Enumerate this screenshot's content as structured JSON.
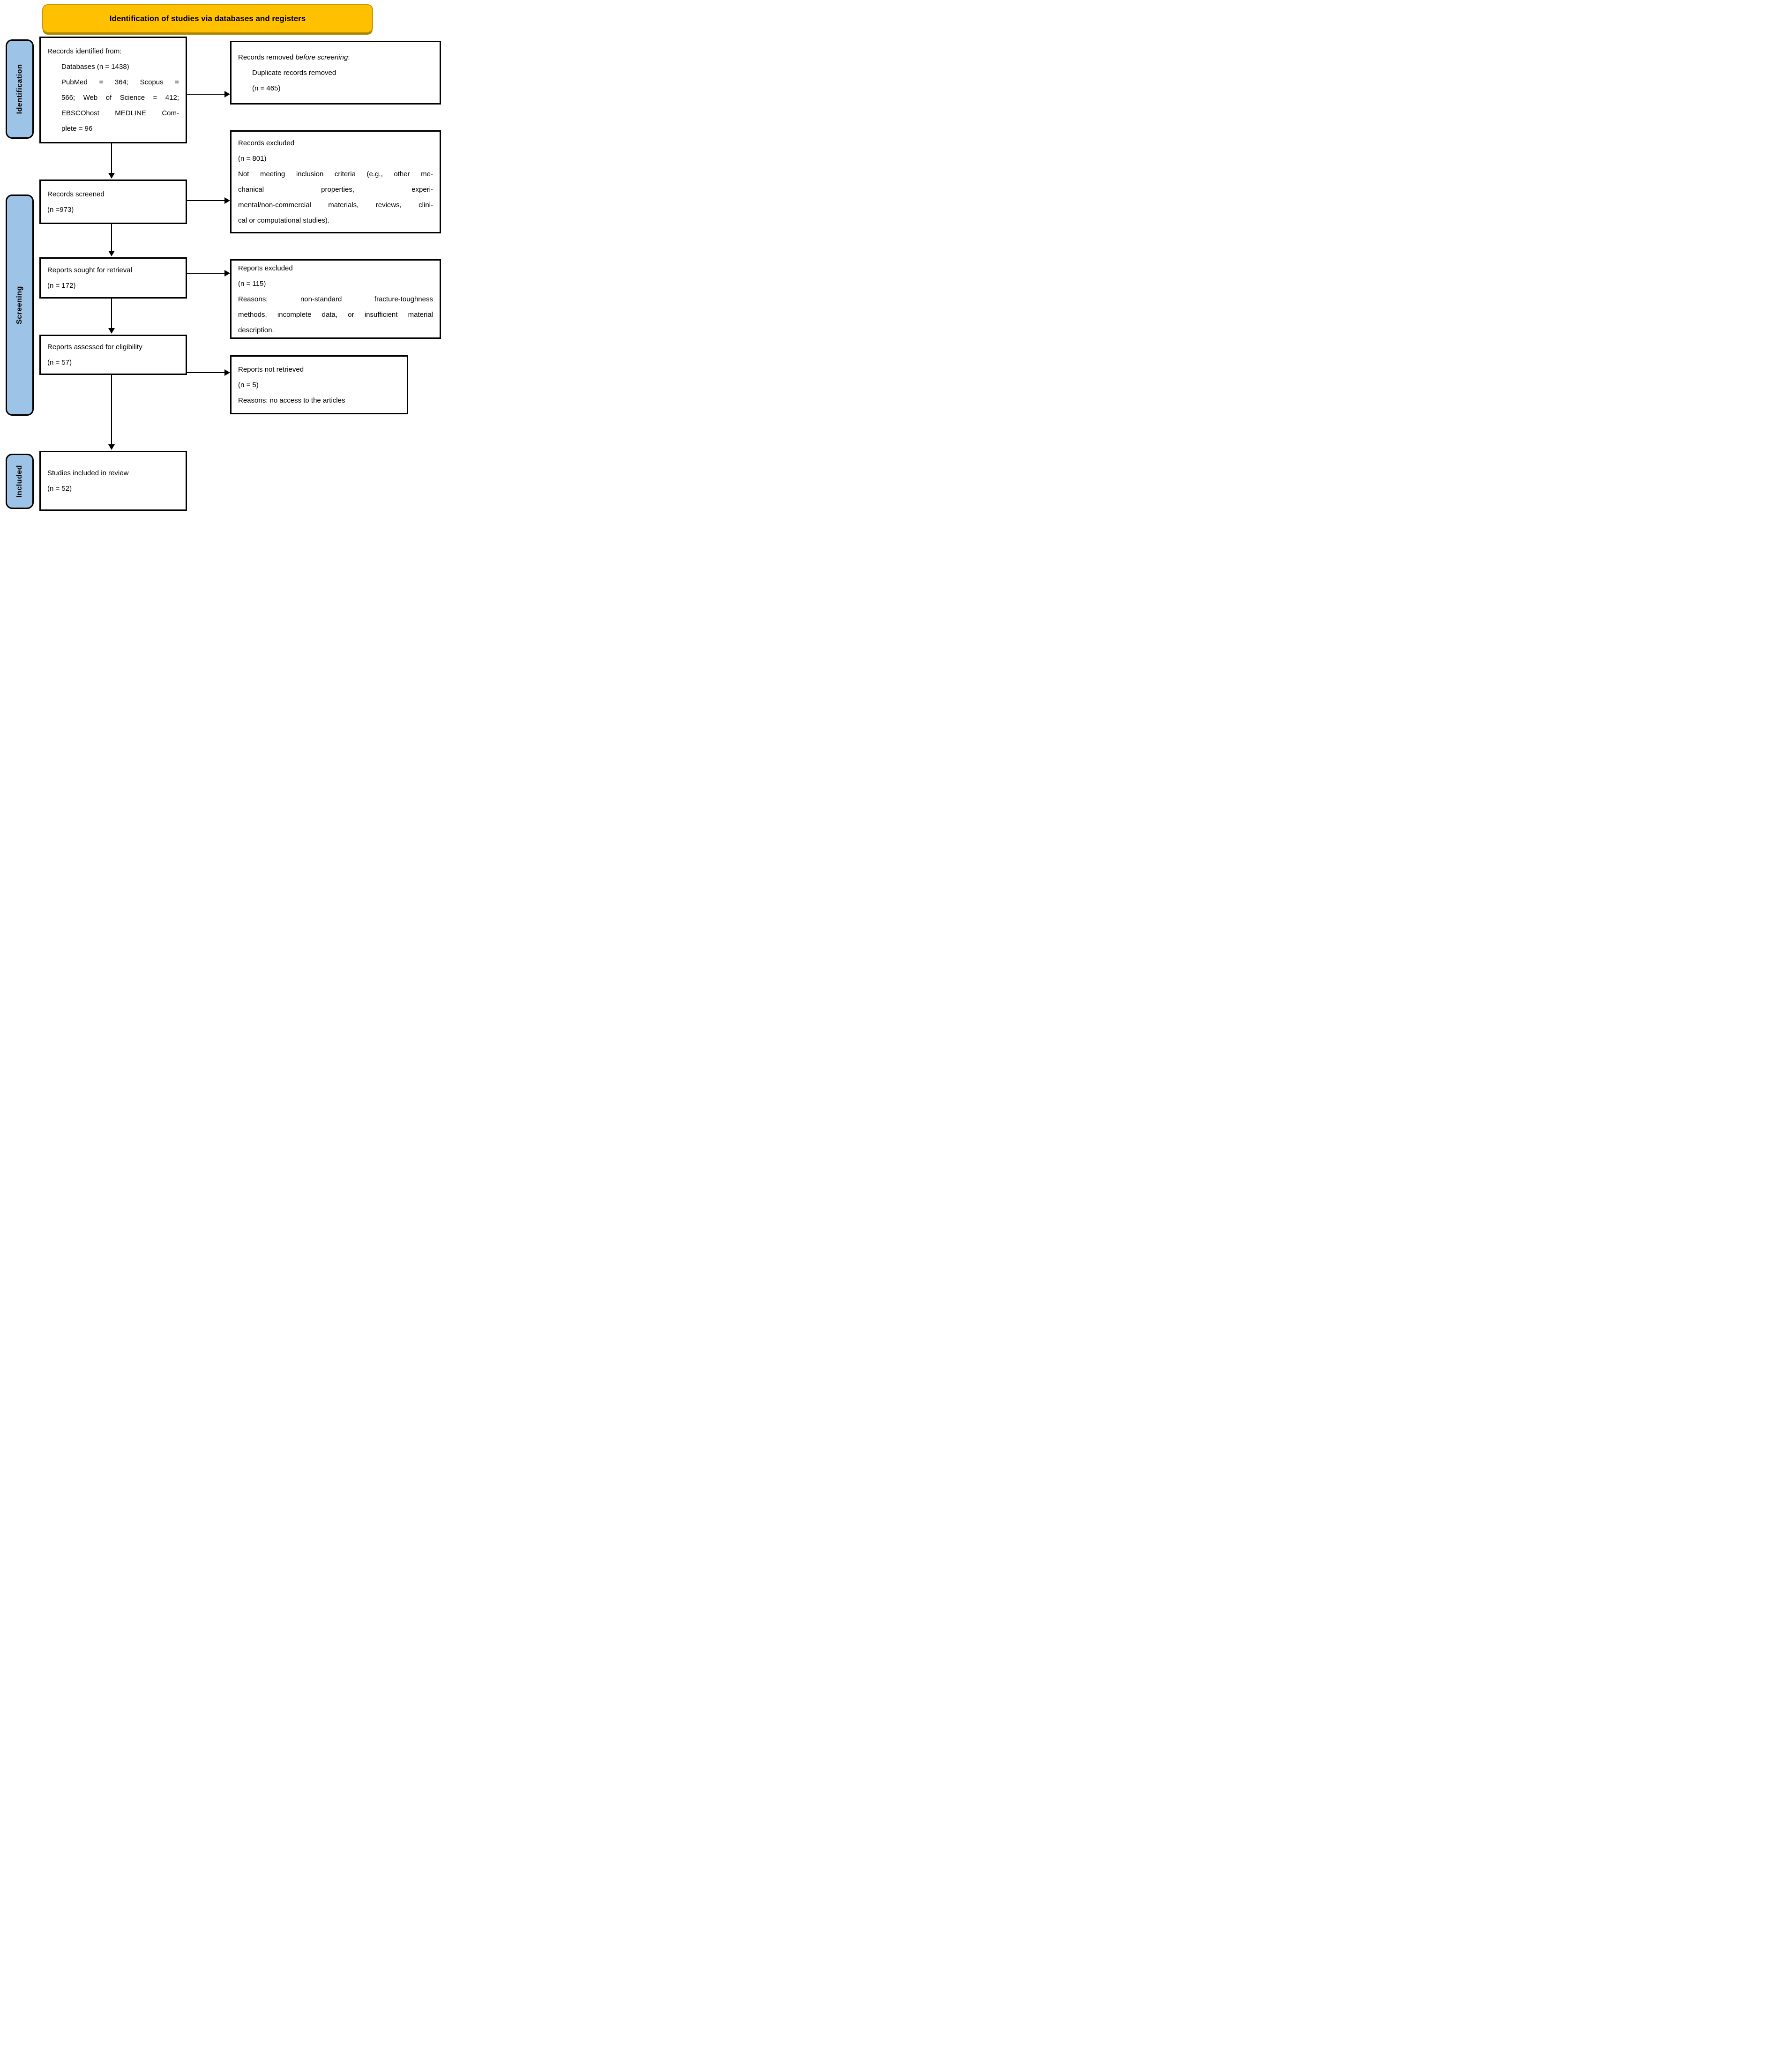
{
  "title": {
    "label": "Identification of studies via databases and registers"
  },
  "colors": {
    "title_fill": "#FFC000",
    "title_border": "#A98600",
    "sidebar_fill": "#9DC3E6",
    "box_border": "#000000",
    "text": "#000000"
  },
  "sidebar": {
    "identification": "Identification",
    "screening": "Screening",
    "included": "Included"
  },
  "boxes": {
    "records_identified": {
      "lines": [
        {
          "text": "Records identified from:"
        },
        {
          "text": "Databases (n = 1438)",
          "indent": true
        },
        {
          "text": "PubMed = 364; Scopus =",
          "indent": true,
          "justify": true
        },
        {
          "text": "566; Web of Science = 412;",
          "indent": true,
          "justify": true
        },
        {
          "text": "EBSCOhost MEDLINE Com-",
          "indent": true,
          "justify": true
        },
        {
          "text": "plete = 96",
          "indent": true
        }
      ]
    },
    "records_removed": {
      "lines": [
        {
          "parts": [
            {
              "text": "Records removed "
            },
            {
              "text": "before screening",
              "italic": true
            },
            {
              "text": ":"
            }
          ]
        },
        {
          "text": "Duplicate records removed",
          "indent": true
        },
        {
          "text": "(n = 465)",
          "indent": true
        }
      ]
    },
    "records_screened": {
      "lines": [
        {
          "text": "Records screened"
        },
        {
          "text": "(n =973)"
        }
      ]
    },
    "records_excluded": {
      "lines": [
        {
          "text": "Records excluded"
        },
        {
          "text": "(n = 801)"
        },
        {
          "text": "Not meeting inclusion criteria (e.g., other me-",
          "justify": true
        },
        {
          "text": "chanical properties, experi-",
          "justify": true
        },
        {
          "text": "mental/non-commercial materials, reviews, clini-",
          "justify": true
        },
        {
          "text": "cal or computational studies)."
        }
      ]
    },
    "reports_sought": {
      "lines": [
        {
          "text": "Reports sought for retrieval"
        },
        {
          "text": "(n = 172)"
        }
      ]
    },
    "reports_excluded": {
      "lines": [
        {
          "text": "Reports excluded"
        },
        {
          "text": "(n = 115)"
        },
        {
          "text": "Reasons: non-standard fracture-toughness",
          "justify": true
        },
        {
          "text": "methods, incomplete data, or insufficient material",
          "justify": true
        },
        {
          "text": "description."
        }
      ]
    },
    "reports_assessed": {
      "lines": [
        {
          "text": "Reports assessed for eligibility"
        },
        {
          "text": "(n = 57)"
        }
      ]
    },
    "reports_not_retrieved": {
      "lines": [
        {
          "text": "Reports not retrieved"
        },
        {
          "text": "(n = 5)"
        },
        {
          "text": "Reasons: no access to the articles"
        }
      ]
    },
    "studies_included": {
      "lines": [
        {
          "text": "Studies included in review"
        },
        {
          "text": "(n = 52)"
        }
      ]
    }
  }
}
